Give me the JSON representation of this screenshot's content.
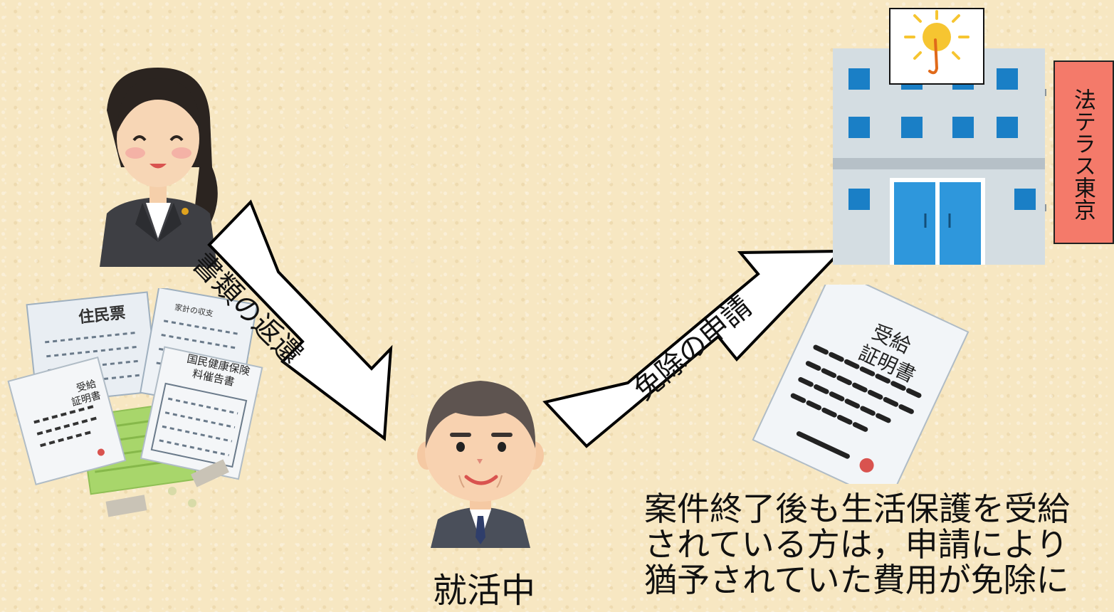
{
  "arrows": {
    "return_label": "書類の返還",
    "apply_label": "免除の申請"
  },
  "office": {
    "sign_text": "法テラス東京"
  },
  "person": {
    "caption": "就活中"
  },
  "documents": {
    "resident_card": "住民票",
    "household_budget": "家計の収支",
    "insurance_line1": "国民健康保険",
    "insurance_line2": "料催告書",
    "certificate_small_line1": "受給",
    "certificate_small_line2": "証明書",
    "certificate_large_line1": "受給",
    "certificate_large_line2": "証明書"
  },
  "note": {
    "line1": "案件終了後も生活保護を受給",
    "line2": "されている方は，申請により",
    "line3": "猶予されていた費用が免除に"
  },
  "colors": {
    "background": "#f7e7c2",
    "sign": "#f47a6a",
    "building": "#d4dde2",
    "window": "#1a7fc6"
  }
}
